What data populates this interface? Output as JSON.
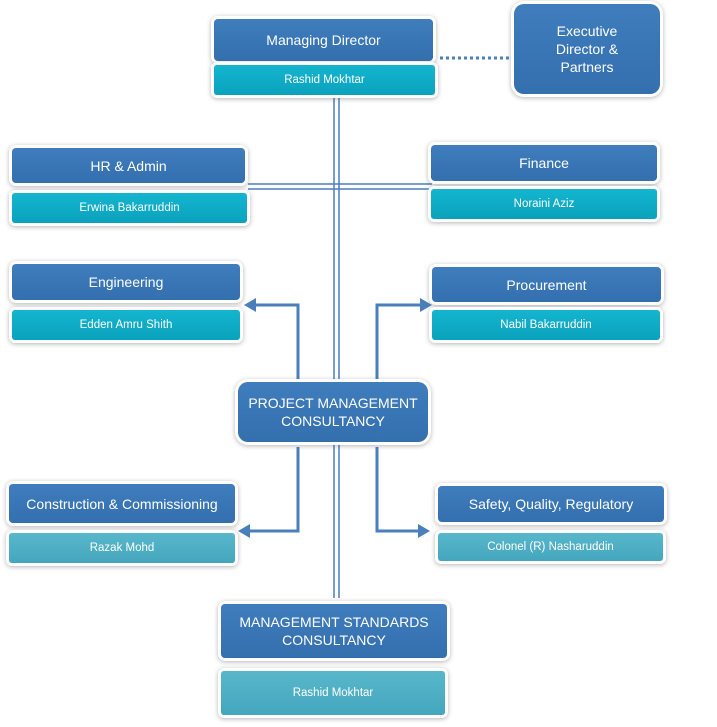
{
  "nodes": {
    "managing_director": {
      "title": "Managing Director",
      "name": "Rashid Mokhtar"
    },
    "executive": {
      "title": "Executive Director & Partners"
    },
    "hr_admin": {
      "title": "HR & Admin",
      "name": "Erwina Bakarruddin"
    },
    "finance": {
      "title": "Finance",
      "name": "Noraini Aziz"
    },
    "engineering": {
      "title": "Engineering",
      "name": "Edden Amru Shith"
    },
    "procurement": {
      "title": "Procurement",
      "name": "Nabil Bakarruddin"
    },
    "pmc": {
      "title": "PROJECT MANAGEMENT CONSULTANCY"
    },
    "construction": {
      "title": "Construction & Commissioning",
      "name": "Razak Mohd"
    },
    "safety": {
      "title": "Safety, Quality, Regulatory",
      "name": "Colonel (R) Nasharuddin"
    },
    "msc": {
      "title": "MANAGEMENT STANDARDS CONSULTANCY",
      "name": "Rashid Mokhtar"
    }
  },
  "colors": {
    "role_box": "#3a78b8",
    "name_box": "#10adc8",
    "name_box_muted": "#4eaec4",
    "connector": "#4a7fbb"
  }
}
